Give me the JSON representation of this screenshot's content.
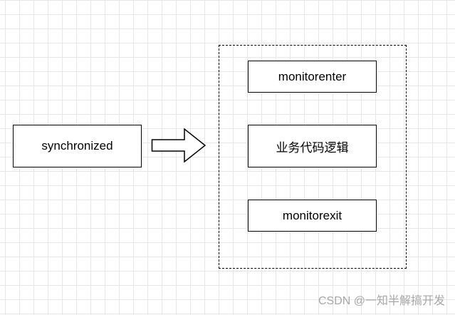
{
  "diagram": {
    "source_label": "synchronized",
    "steps": [
      {
        "label": "monitorenter"
      },
      {
        "label": "业务代码逻辑"
      },
      {
        "label": "monitorexit"
      }
    ]
  },
  "watermark": "CSDN @一知半解搞开发"
}
